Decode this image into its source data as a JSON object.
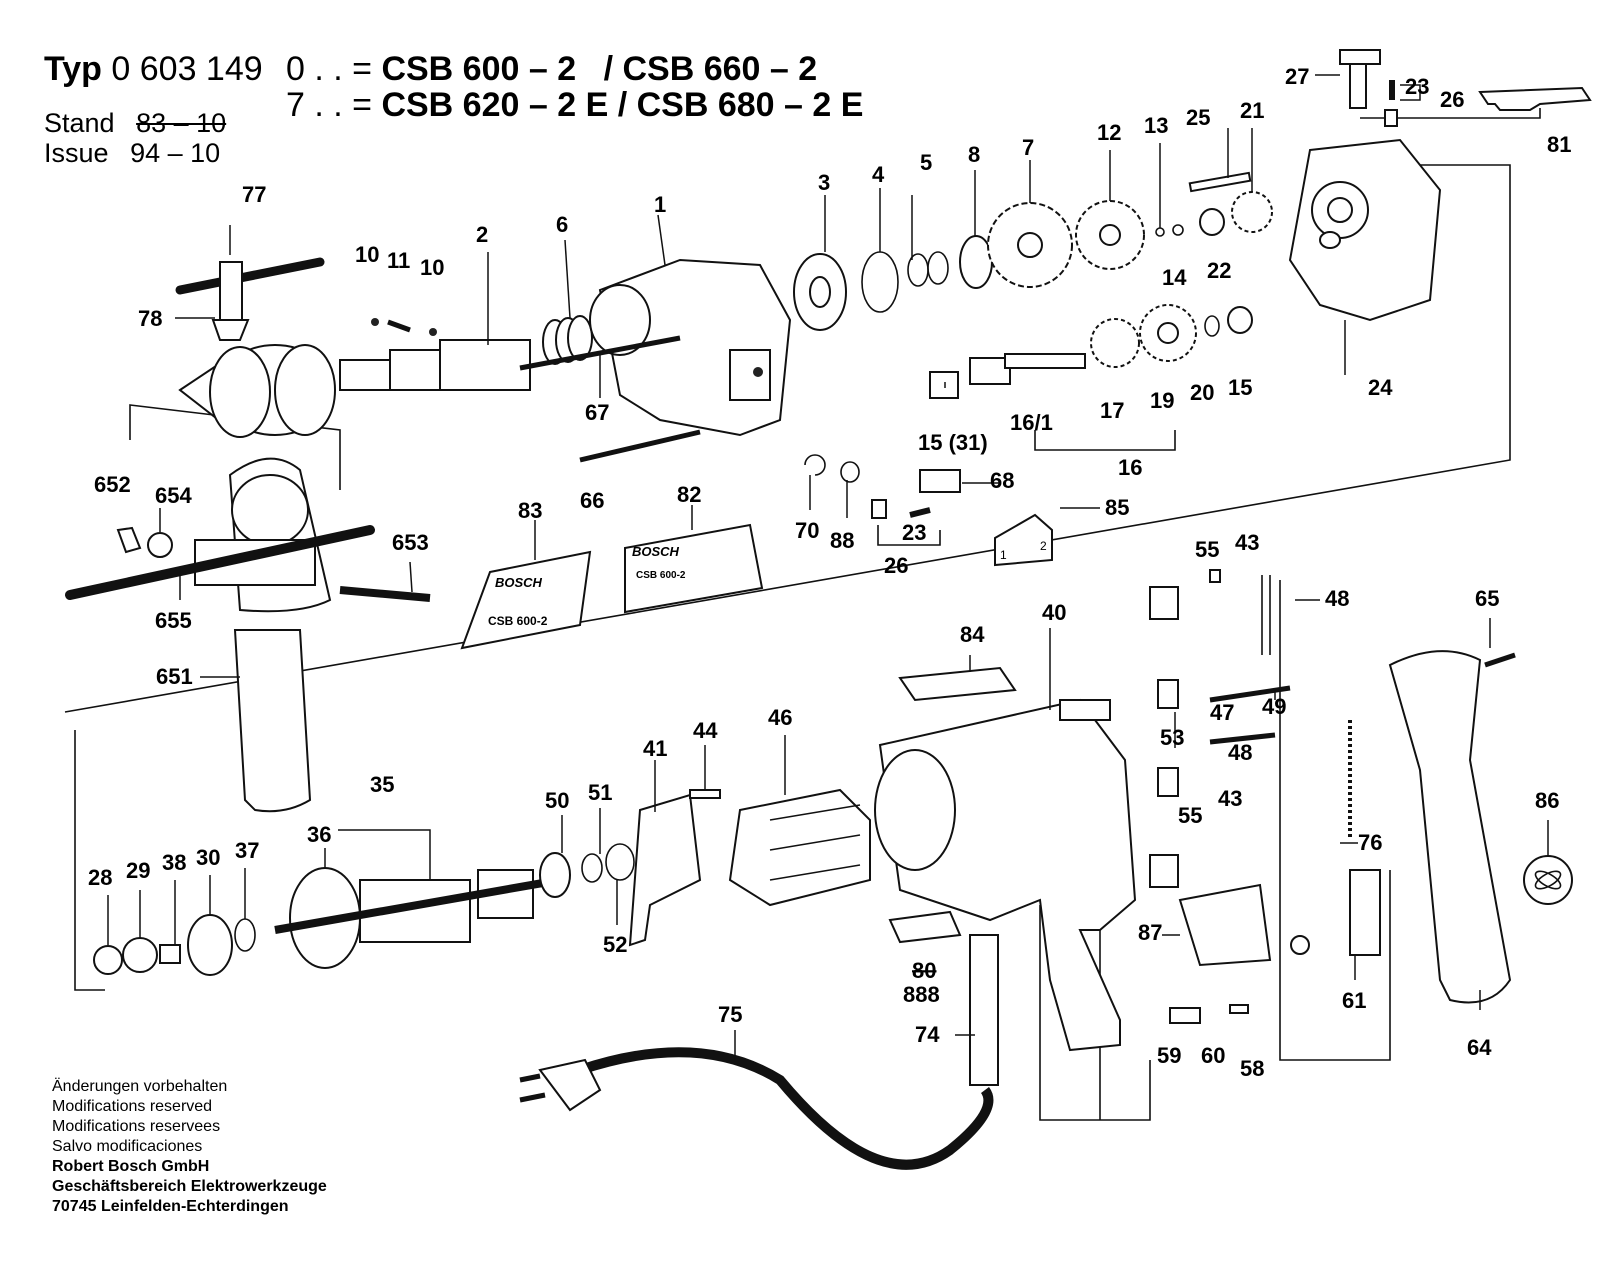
{
  "header": {
    "typ_label": "Typ",
    "typ_number": "0 603 149",
    "variant_0": "0 . . =",
    "model_0a": "CSB 600 – 2",
    "model_0b": "/ CSB 660 – 2",
    "variant_7": "7 . . =",
    "model_7a": "CSB 620 – 2 E",
    "model_7b": "/ CSB 680 – 2 E",
    "stand_label": "Stand",
    "stand_value": "83 – 10",
    "issue_label": "Issue",
    "issue_value": "94 – 10"
  },
  "stickers": {
    "s83_brand": "BOSCH",
    "s83_model": "CSB 600-2",
    "s82_brand": "BOSCH",
    "s82_model": "CSB 600-2",
    "s85_a": "1",
    "s85_b": "2"
  },
  "part_labels": {
    "p77": "77",
    "p78": "78",
    "p10a": "10",
    "p11": "11",
    "p10b": "10",
    "p2": "2",
    "p6": "6",
    "p1": "1",
    "p3": "3",
    "p4": "4",
    "p5": "5",
    "p8": "8",
    "p7": "7",
    "p12": "12",
    "p13": "13",
    "p25": "25",
    "p21": "21",
    "p27": "27",
    "p23a": "23",
    "p26a": "26",
    "p81": "81",
    "p14": "14",
    "p22": "22",
    "p24": "24",
    "p67": "67",
    "p15a": "15 (31)",
    "p16_1": "16/1",
    "p17": "17",
    "p19": "19",
    "p20": "20",
    "p15b": "15",
    "p16": "16",
    "p66": "66",
    "p70": "70",
    "p88": "88",
    "p68": "68",
    "p23b": "23",
    "p26b": "26",
    "p85": "85",
    "p83": "83",
    "p82": "82",
    "p652": "652",
    "p654": "654",
    "p653": "653",
    "p655": "655",
    "p651": "651",
    "p84": "84",
    "p40": "40",
    "p55a": "55",
    "p43a": "43",
    "p48a": "48",
    "p65": "65",
    "p49": "49",
    "p53": "53",
    "p47": "47",
    "p48b": "48",
    "p41": "41",
    "p44": "44",
    "p46": "46",
    "p35": "35",
    "p36": "36",
    "p50": "50",
    "p51": "51",
    "p52": "52",
    "p28": "28",
    "p29": "29",
    "p38": "38",
    "p30": "30",
    "p37": "37",
    "p55b": "55",
    "p43b": "43",
    "p76": "76",
    "p86": "86",
    "p87": "87",
    "p80": "80",
    "p888": "888",
    "p61": "61",
    "p75": "75",
    "p74": "74",
    "p59": "59",
    "p60": "60",
    "p58": "58",
    "p64": "64"
  },
  "footer": {
    "line1": "Änderungen vorbehalten",
    "line2": "Modifications reserved",
    "line3": "Modifications reservees",
    "line4": "Salvo modificaciones",
    "company": "Robert Bosch GmbH",
    "division": "Geschäftsbereich Elektrowerkzeuge",
    "address": "70745 Leinfelden-Echterdingen"
  }
}
